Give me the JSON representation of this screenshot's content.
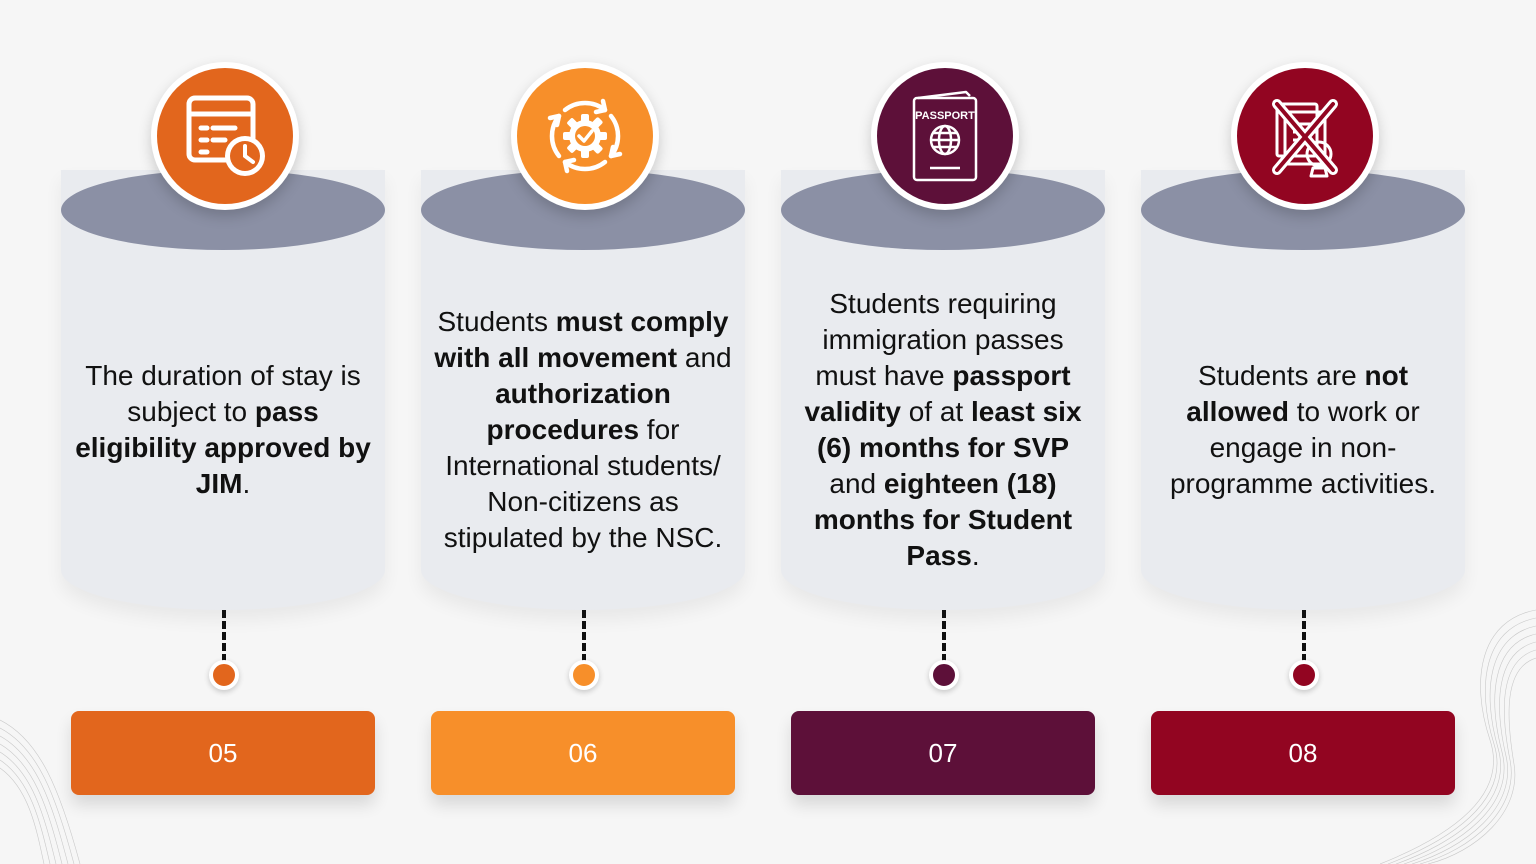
{
  "colors": {
    "orange_dark": "#e2661d",
    "orange_light": "#f78f2a",
    "plum": "#5d1039",
    "crimson": "#920521",
    "cylinder_top": "#8b90a5",
    "cylinder_body": "#e9ebef"
  },
  "steps": [
    {
      "number": "05",
      "icon": "calendar-clock-icon",
      "text_parts": [
        "The duration of stay is subject to ",
        "pass eligibility approved by JIM",
        "."
      ]
    },
    {
      "number": "06",
      "icon": "gear-cycle-check-icon",
      "text_parts": [
        "Students ",
        "must comply with all movement",
        " and ",
        "authorization procedures",
        " for International students/ Non-citizens as stipulated by the NSC."
      ]
    },
    {
      "number": "07",
      "icon": "passport-icon",
      "icon_label": "PASSPORT",
      "text_parts": [
        "Students requiring immigration passes must have ",
        "passport validity",
        " of at ",
        "least six (6) months for SVP",
        " and ",
        "eighteen (18) months for Student Pass",
        "."
      ]
    },
    {
      "number": "08",
      "icon": "no-documents-icon",
      "text_parts": [
        "Students are ",
        "not allowed",
        " to work or engage in non-programme activities."
      ]
    }
  ]
}
